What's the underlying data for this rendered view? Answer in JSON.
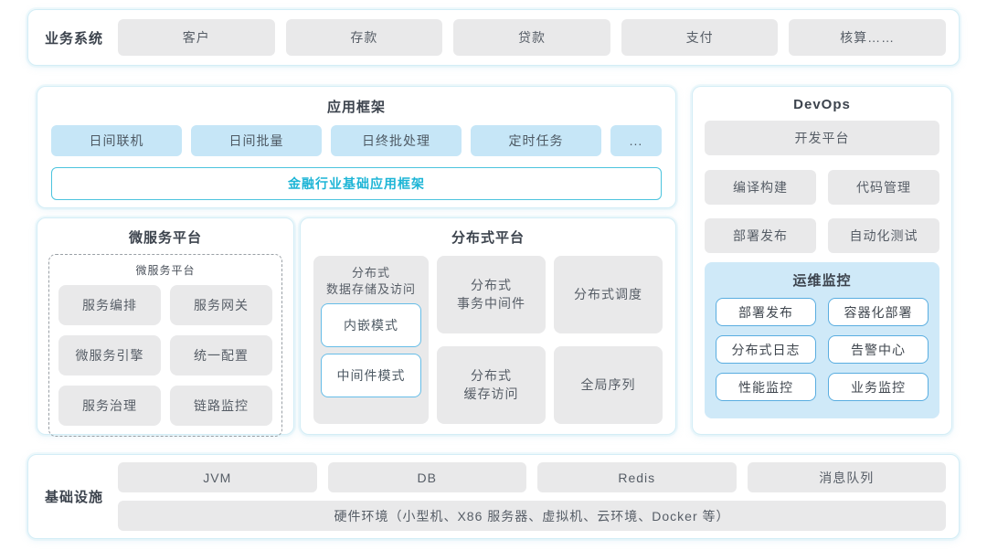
{
  "business_layer": {
    "label": "业务系统",
    "items": [
      "客户",
      "存款",
      "贷款",
      "支付",
      "核算……"
    ]
  },
  "app_framework": {
    "title": "应用框架",
    "modules": [
      "日间联机",
      "日间批量",
      "日终批处理",
      "定时任务",
      "..."
    ],
    "base_bar": "金融行业基础应用框架"
  },
  "microservice": {
    "title": "微服务平台",
    "inner_title": "微服务平台",
    "items": [
      "服务编排",
      "服务网关",
      "微服务引擎",
      "统一配置",
      "服务治理",
      "链路监控"
    ]
  },
  "distributed": {
    "title": "分布式平台",
    "storage": {
      "label": "分布式\n数据存储及访问",
      "modes": [
        "内嵌模式",
        "中间件模式"
      ]
    },
    "col2": [
      "分布式\n事务中间件",
      "分布式\n缓存访问"
    ],
    "col3": [
      "分布式调度",
      "全局序列"
    ]
  },
  "devops": {
    "title": "DevOps",
    "platform": "开发平台",
    "items": [
      "编译构建",
      "代码管理",
      "部署发布",
      "自动化测试"
    ],
    "monitoring": {
      "title": "运维监控",
      "items": [
        "部署发布",
        "容器化部署",
        "分布式日志",
        "告警中心",
        "性能监控",
        "业务监控"
      ]
    }
  },
  "infrastructure": {
    "label": "基础设施",
    "items": [
      "JVM",
      "DB",
      "Redis",
      "消息队列"
    ],
    "hardware": "硬件环境（小型机、X86 服务器、虚拟机、云环境、Docker 等）"
  },
  "colors": {
    "panel_border": "#d3edf6",
    "gray_box": "#e9e9ea",
    "blue_box": "#c6e6f7",
    "monitor_bg": "#cfe9f8",
    "monitor_border": "#59ade0",
    "accent_cyan": "#1db5d6"
  }
}
